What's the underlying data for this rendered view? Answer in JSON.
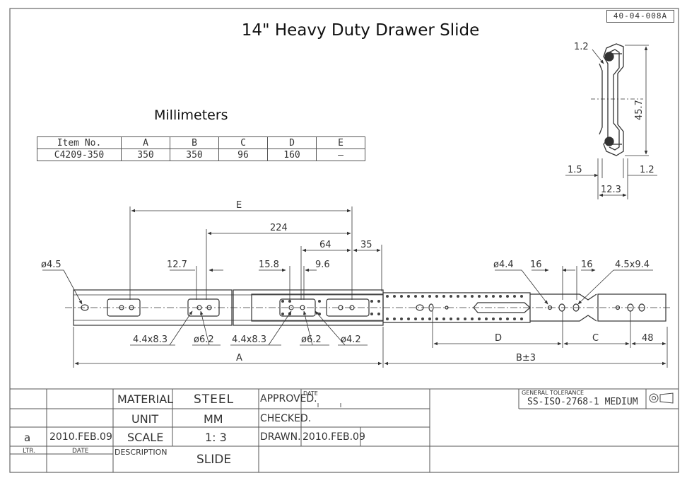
{
  "drawing": {
    "title": "14\" Heavy Duty Drawer Slide",
    "units_label": "Millimeters",
    "drawing_number": "40-04-008A"
  },
  "spec_table": {
    "headers": [
      "Item No.",
      "A",
      "B",
      "C",
      "D",
      "E"
    ],
    "row": [
      "C4209-350",
      "350",
      "350",
      "96",
      "160",
      "–"
    ]
  },
  "profile_dims": {
    "lip": "1.2",
    "height": "45.7",
    "left_gap": "1.5",
    "right_gap": "1.2",
    "width": "12.3"
  },
  "slide_dims": {
    "E": "E",
    "d224": "224",
    "d64": "64",
    "d35": "35",
    "hole_left": "ø4.5",
    "d12_7": "12.7",
    "d15_8": "15.8",
    "d9_6": "9.6",
    "hole_44": "ø4.4",
    "d16a": "16",
    "d16b": "16",
    "slot_45": "4.5x9.4",
    "slot_44a": "4.4x8.3",
    "hole_62a": "ø6.2",
    "slot_44b": "4.4x8.3",
    "hole_62b": "ø6.2",
    "hole_42": "ø4.2",
    "D": "D",
    "C": "C",
    "d48": "48",
    "A": "A",
    "B": "B±3"
  },
  "title_block": {
    "material_label": "MATERIAL",
    "material_value": "STEEL",
    "unit_label": "UNIT",
    "unit_value": "MM",
    "scale_label": "SCALE",
    "scale_value": "1: 3",
    "description_label": "DESCRIPTION",
    "description_value": "SLIDE",
    "approved_label": "APPROVED.",
    "checked_label": "CHECKED.",
    "drawn_label": "DRAWN.",
    "drawn_date": "2010.FEB.09",
    "date_label": "DATE",
    "rev_letter": "a",
    "rev_date": "2010.FEB.09",
    "ltr_label": "LTR.",
    "date_col_label": "DATE",
    "tolerance_label": "GENERAL TOLERANCE",
    "tolerance_value": "SS-ISO-2768-1 MEDIUM"
  }
}
